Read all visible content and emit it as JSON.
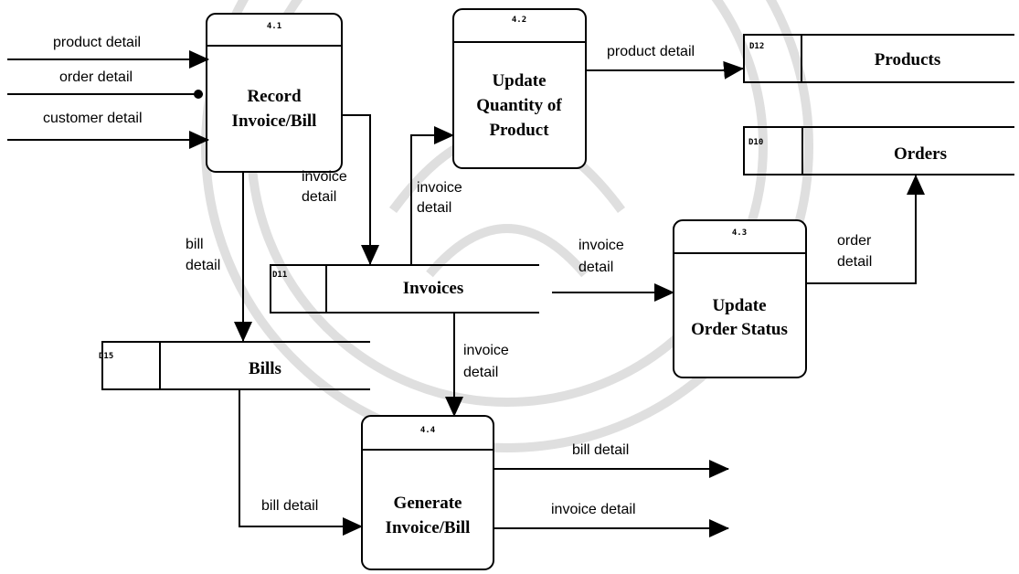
{
  "processes": [
    {
      "id": "4.1",
      "title": [
        "Record",
        "Invoice/Bill"
      ]
    },
    {
      "id": "4.2",
      "title": [
        "Update",
        "Quantity of",
        "Product"
      ]
    },
    {
      "id": "4.3",
      "title": [
        "Update",
        "Order Status"
      ]
    },
    {
      "id": "4.4",
      "title": [
        "Generate",
        "Invoice/Bill"
      ]
    }
  ],
  "stores": [
    {
      "id": "D12",
      "name": "Products"
    },
    {
      "id": "D10",
      "name": "Orders"
    },
    {
      "id": "D11",
      "name": "Invoices"
    },
    {
      "id": "D15",
      "name": "Bills"
    }
  ],
  "flows": {
    "in_product_detail": "product detail",
    "in_order_detail": "order detail",
    "in_customer_detail": "customer detail",
    "p1_invoice_detail": [
      "invoice",
      "detail"
    ],
    "p1_bill_detail": [
      "bill",
      "detail"
    ],
    "inv_to_p2": [
      "invoice",
      "detail"
    ],
    "p2_product_detail": "product detail",
    "inv_to_p3": [
      "invoice",
      "detail"
    ],
    "p3_order_detail": [
      "order",
      "detail"
    ],
    "inv_to_p4": [
      "invoice",
      "detail"
    ],
    "bills_to_p4": "bill detail",
    "out_bill_detail": "bill detail",
    "out_invoice_detail": "invoice detail"
  }
}
